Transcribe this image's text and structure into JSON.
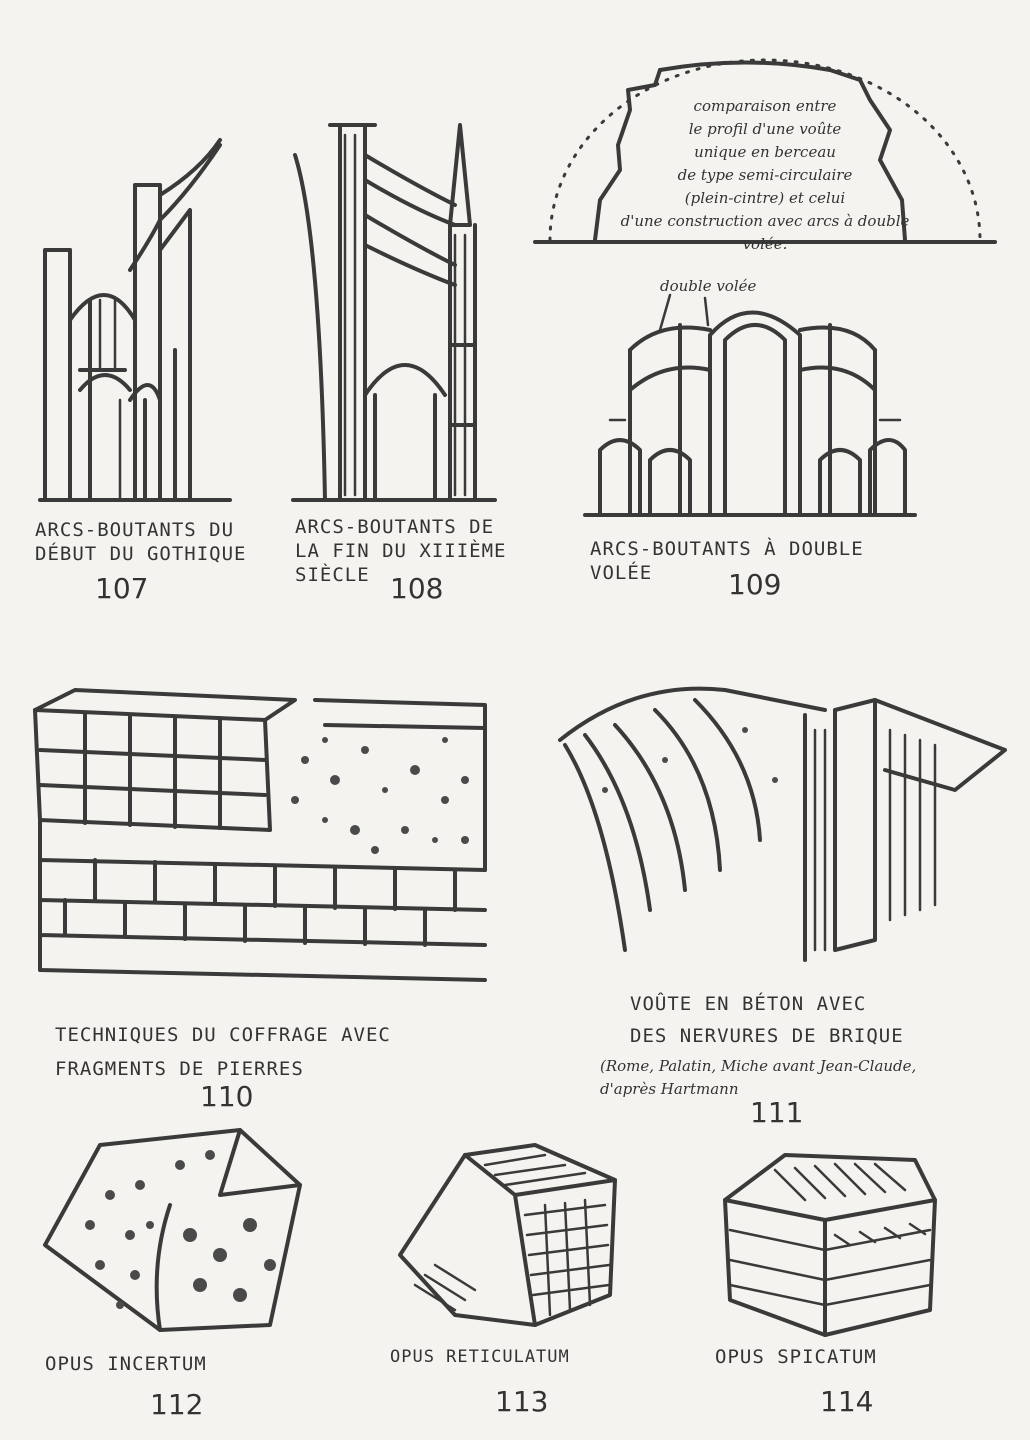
{
  "figures": [
    {
      "id": "107",
      "caption": "Arcs-boutants du\ndébut du gothique",
      "number": "107"
    },
    {
      "id": "108",
      "caption": "Arcs-boutants de\nla fin du XIIIème siècle",
      "number": "108"
    },
    {
      "id": "109",
      "caption": "Arcs-boutants à double volée",
      "number": "109",
      "note": "comparaison entre\nle profil d'une voûte\nunique en berceau\nde type semi-circulaire\n(plein-cintre) et celui\nd'une construction avec arcs à double volée.",
      "arrow_label": "double volée"
    },
    {
      "id": "110",
      "caption": "Techniques du coffrage avec\nfragments de pierres",
      "number": "110"
    },
    {
      "id": "111",
      "caption": "Voûte en béton avec\ndes nervures de brique",
      "note": "(Rome, Palatin, Miche avant Jean-Claude,\nd'après Hartmann",
      "number": "111"
    },
    {
      "id": "112",
      "caption": "Opus incertum",
      "number": "112"
    },
    {
      "id": "113",
      "caption": "Opus reticulatum",
      "number": "113"
    },
    {
      "id": "114",
      "caption": "Opus spicatum",
      "number": "114"
    }
  ]
}
